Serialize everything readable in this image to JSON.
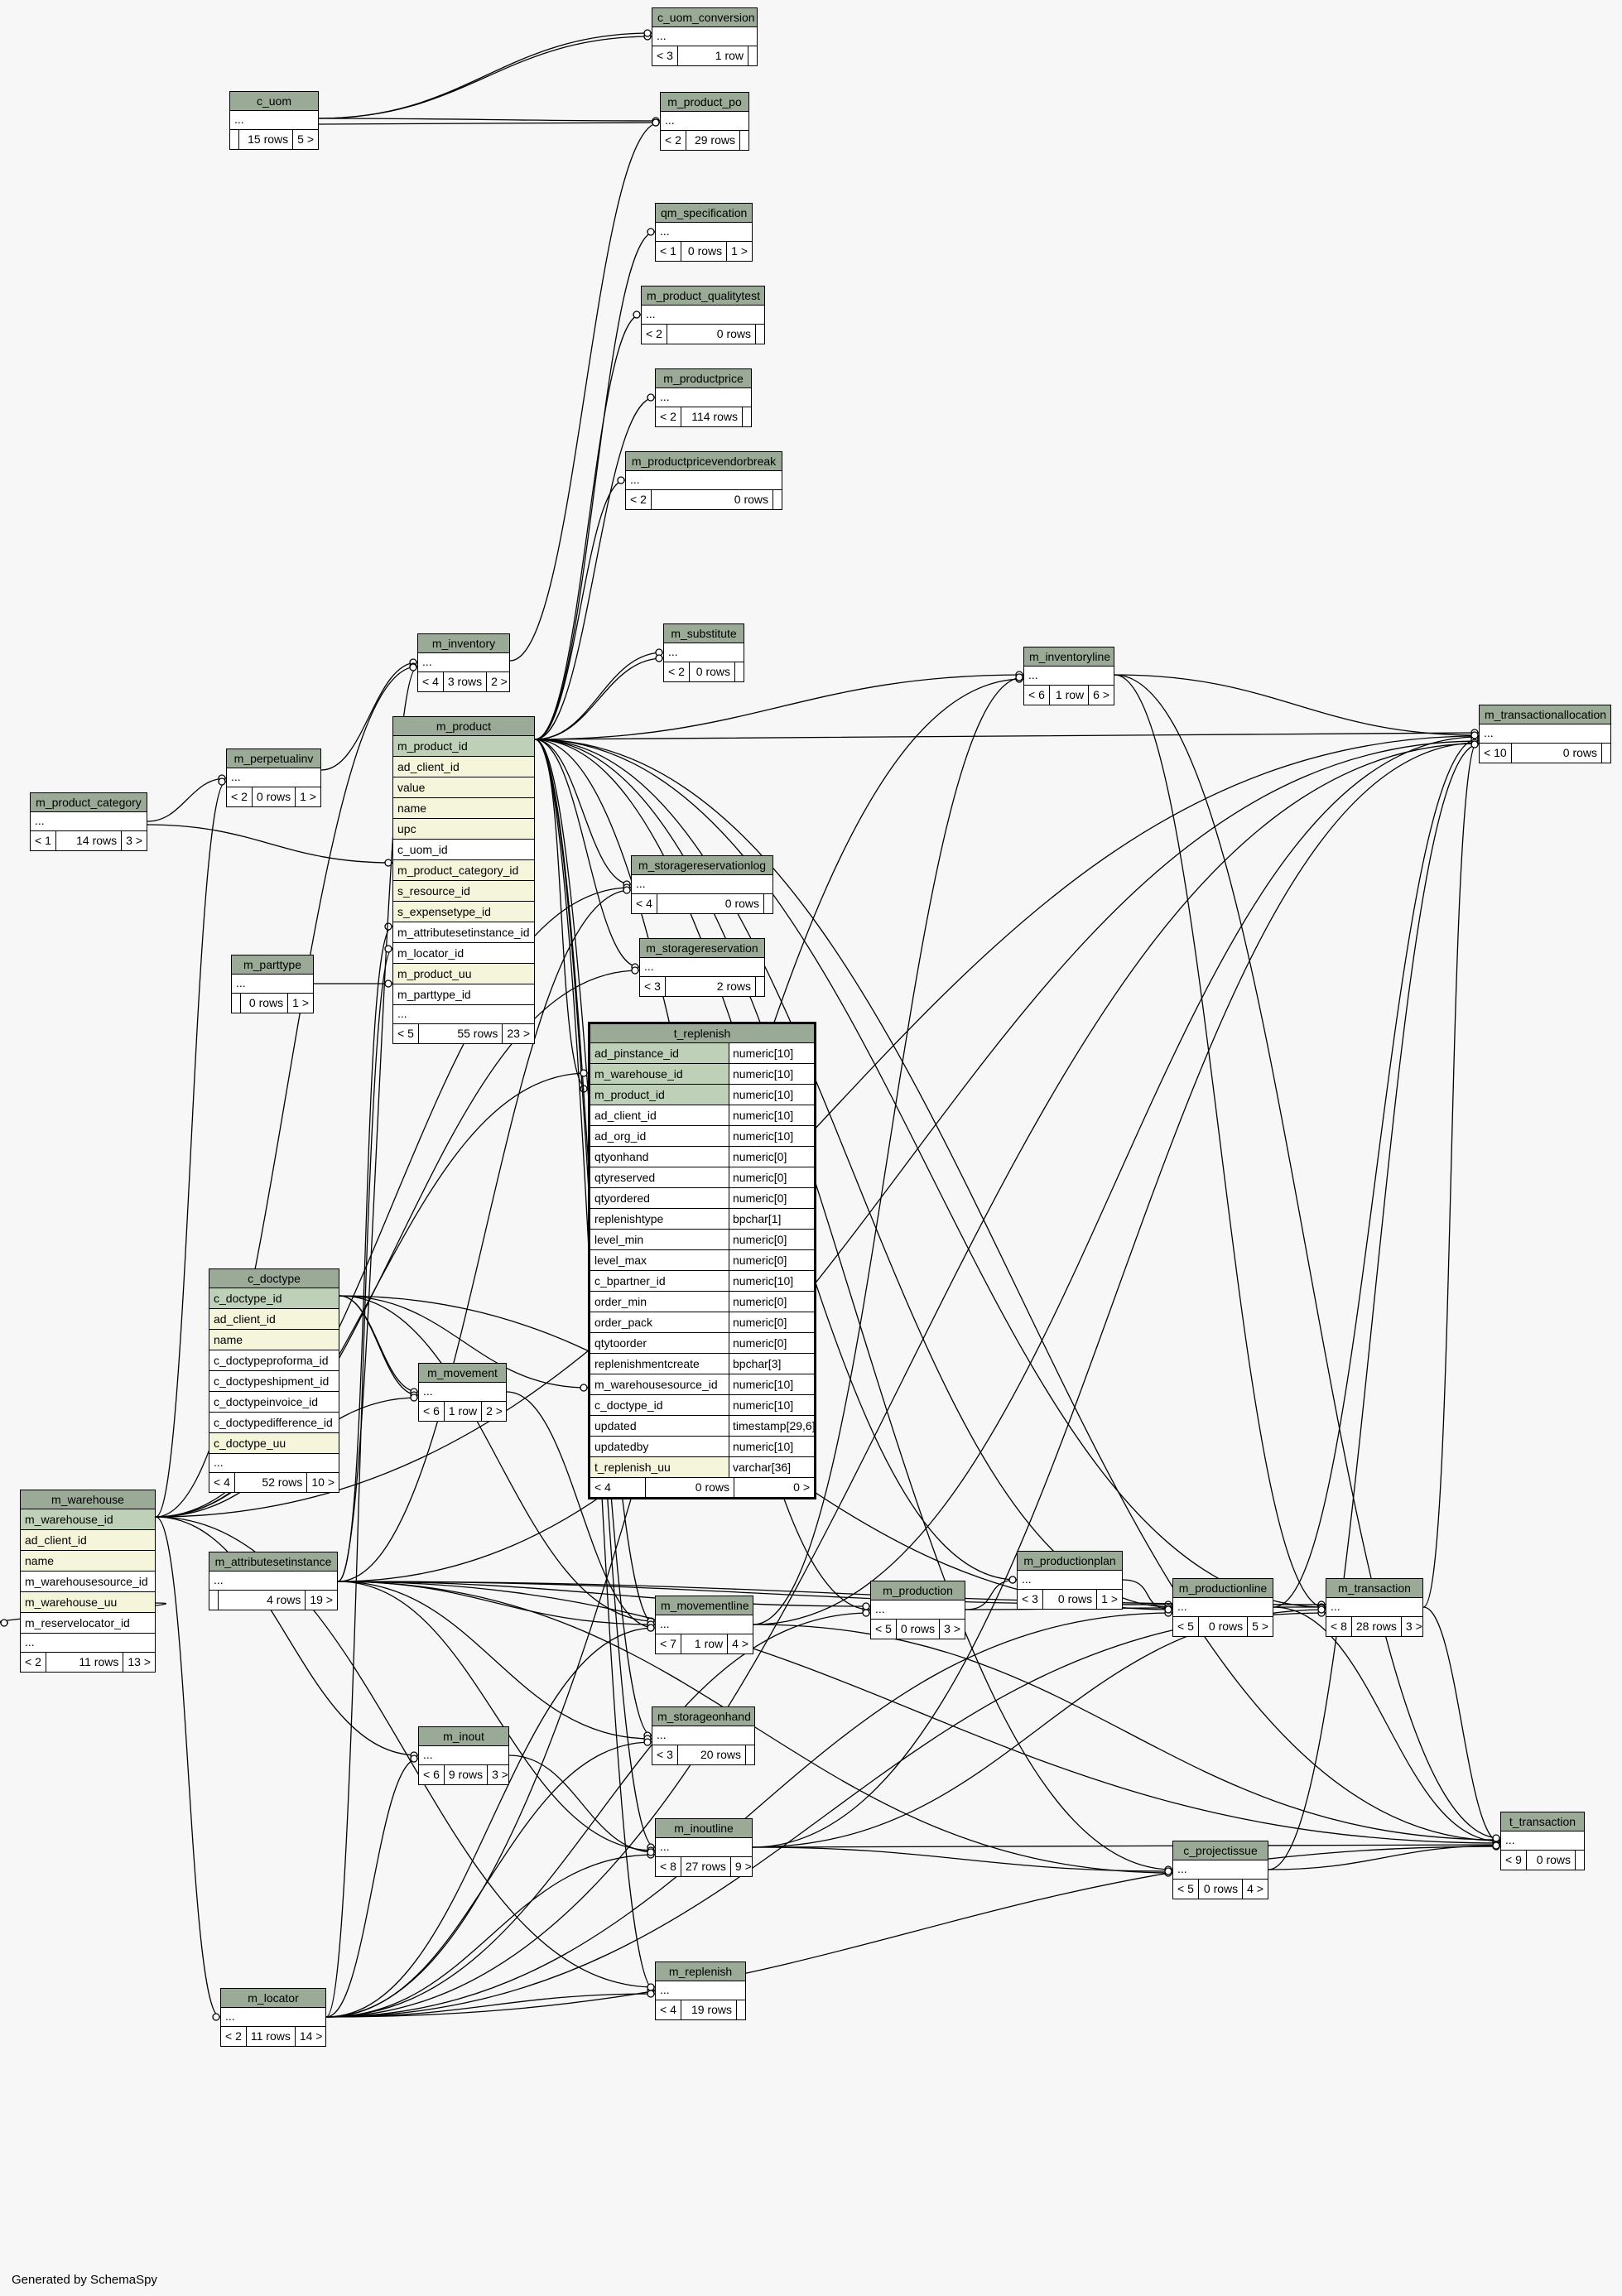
{
  "credit": "Generated by SchemaSpy",
  "tables": [
    {
      "id": "c_uom_conversion",
      "name": "c_uom_conversion",
      "rows": [],
      "foot": [
        "< 3",
        "1 row",
        ""
      ]
    },
    {
      "id": "c_uom",
      "name": "c_uom",
      "rows": [],
      "foot": [
        "",
        "15 rows",
        "5 >"
      ]
    },
    {
      "id": "m_product_po",
      "name": "m_product_po",
      "rows": [],
      "foot": [
        "< 2",
        "29 rows",
        ""
      ]
    },
    {
      "id": "qm_specification",
      "name": "qm_specification",
      "rows": [],
      "foot": [
        "< 1",
        "0 rows",
        "1 >"
      ]
    },
    {
      "id": "m_product_qualitytest",
      "name": "m_product_qualitytest",
      "rows": [],
      "foot": [
        "< 2",
        "0 rows",
        ""
      ]
    },
    {
      "id": "m_productprice",
      "name": "m_productprice",
      "rows": [],
      "foot": [
        "< 2",
        "114 rows",
        ""
      ]
    },
    {
      "id": "m_productpricevendorbreak",
      "name": "m_productpricevendorbreak",
      "rows": [],
      "foot": [
        "< 2",
        "0 rows",
        ""
      ]
    },
    {
      "id": "m_inventory",
      "name": "m_inventory",
      "rows": [],
      "foot": [
        "< 4",
        "3 rows",
        "2 >"
      ]
    },
    {
      "id": "m_substitute",
      "name": "m_substitute",
      "rows": [],
      "foot": [
        "< 2",
        "0 rows",
        ""
      ]
    },
    {
      "id": "m_inventoryline",
      "name": "m_inventoryline",
      "rows": [],
      "foot": [
        "< 6",
        "1 row",
        "6 >"
      ]
    },
    {
      "id": "m_transactionallocation",
      "name": "m_transactionallocation",
      "rows": [],
      "foot": [
        "< 10",
        "0 rows",
        ""
      ]
    },
    {
      "id": "m_product",
      "name": "m_product",
      "rows": [
        {
          "n": "m_product_id",
          "k": "pk"
        },
        {
          "n": "ad_client_id",
          "k": "idx"
        },
        {
          "n": "value",
          "k": "idx"
        },
        {
          "n": "name",
          "k": "idx"
        },
        {
          "n": "upc",
          "k": "idx"
        },
        {
          "n": "c_uom_id",
          "k": ""
        },
        {
          "n": "m_product_category_id",
          "k": "idx"
        },
        {
          "n": "s_resource_id",
          "k": "idx"
        },
        {
          "n": "s_expensetype_id",
          "k": "idx"
        },
        {
          "n": "m_attributesetinstance_id",
          "k": ""
        },
        {
          "n": "m_locator_id",
          "k": ""
        },
        {
          "n": "m_product_uu",
          "k": "idx"
        },
        {
          "n": "m_parttype_id",
          "k": ""
        }
      ],
      "foot": [
        "< 5",
        "55 rows",
        "23 >"
      ]
    },
    {
      "id": "m_perpetualinv",
      "name": "m_perpetualinv",
      "rows": [],
      "foot": [
        "< 2",
        "0 rows",
        "1 >"
      ]
    },
    {
      "id": "m_product_category",
      "name": "m_product_category",
      "rows": [],
      "foot": [
        "< 1",
        "14 rows",
        "3 >"
      ]
    },
    {
      "id": "m_storagereservationlog",
      "name": "m_storagereservationlog",
      "rows": [],
      "foot": [
        "< 4",
        "0 rows",
        ""
      ]
    },
    {
      "id": "m_storagereservation",
      "name": "m_storagereservation",
      "rows": [],
      "foot": [
        "< 3",
        "2 rows",
        ""
      ]
    },
    {
      "id": "m_parttype",
      "name": "m_parttype",
      "rows": [],
      "foot": [
        "",
        "0 rows",
        "1 >"
      ]
    },
    {
      "id": "c_doctype",
      "name": "c_doctype",
      "rows": [
        {
          "n": "c_doctype_id",
          "k": "pk"
        },
        {
          "n": "ad_client_id",
          "k": "idx"
        },
        {
          "n": "name",
          "k": "idx"
        },
        {
          "n": "c_doctypeproforma_id",
          "k": ""
        },
        {
          "n": "c_doctypeshipment_id",
          "k": ""
        },
        {
          "n": "c_doctypeinvoice_id",
          "k": ""
        },
        {
          "n": "c_doctypedifference_id",
          "k": ""
        },
        {
          "n": "c_doctype_uu",
          "k": "idx"
        }
      ],
      "foot": [
        "< 4",
        "52 rows",
        "10 >"
      ]
    },
    {
      "id": "m_movement",
      "name": "m_movement",
      "rows": [],
      "foot": [
        "< 6",
        "1 row",
        "2 >"
      ]
    },
    {
      "id": "m_warehouse",
      "name": "m_warehouse",
      "rows": [
        {
          "n": "m_warehouse_id",
          "k": "pk"
        },
        {
          "n": "ad_client_id",
          "k": "idx"
        },
        {
          "n": "name",
          "k": "idx"
        },
        {
          "n": "m_warehousesource_id",
          "k": ""
        },
        {
          "n": "m_warehouse_uu",
          "k": "idx"
        },
        {
          "n": "m_reservelocator_id",
          "k": ""
        }
      ],
      "foot": [
        "< 2",
        "11 rows",
        "13 >"
      ]
    },
    {
      "id": "m_attributesetinstance",
      "name": "m_attributesetinstance",
      "rows": [],
      "foot": [
        "",
        "4 rows",
        "19 >"
      ]
    },
    {
      "id": "m_movementline",
      "name": "m_movementline",
      "rows": [],
      "foot": [
        "< 7",
        "1 row",
        "4 >"
      ]
    },
    {
      "id": "m_production",
      "name": "m_production",
      "rows": [],
      "foot": [
        "< 5",
        "0 rows",
        "3 >"
      ]
    },
    {
      "id": "m_productionplan",
      "name": "m_productionplan",
      "rows": [],
      "foot": [
        "< 3",
        "0 rows",
        "1 >"
      ]
    },
    {
      "id": "m_productionline",
      "name": "m_productionline",
      "rows": [],
      "foot": [
        "< 5",
        "0 rows",
        "5 >"
      ]
    },
    {
      "id": "m_transaction",
      "name": "m_transaction",
      "rows": [],
      "foot": [
        "< 8",
        "28 rows",
        "3 >"
      ]
    },
    {
      "id": "m_inout",
      "name": "m_inout",
      "rows": [],
      "foot": [
        "< 6",
        "9 rows",
        "3 >"
      ]
    },
    {
      "id": "m_storageonhand",
      "name": "m_storageonhand",
      "rows": [],
      "foot": [
        "< 3",
        "20 rows",
        ""
      ]
    },
    {
      "id": "m_inoutline",
      "name": "m_inoutline",
      "rows": [],
      "foot": [
        "< 8",
        "27 rows",
        "9 >"
      ]
    },
    {
      "id": "c_projectissue",
      "name": "c_projectissue",
      "rows": [],
      "foot": [
        "< 5",
        "0 rows",
        "4 >"
      ]
    },
    {
      "id": "t_transaction",
      "name": "t_transaction",
      "rows": [],
      "foot": [
        "< 9",
        "0 rows",
        ""
      ]
    },
    {
      "id": "m_replenish",
      "name": "m_replenish",
      "rows": [],
      "foot": [
        "< 4",
        "19 rows",
        ""
      ]
    },
    {
      "id": "m_locator",
      "name": "m_locator",
      "rows": [],
      "foot": [
        "< 2",
        "11 rows",
        "14 >"
      ]
    }
  ],
  "focus": {
    "name": "t_replenish",
    "columns": [
      {
        "n": "ad_pinstance_id",
        "t": "numeric[10]",
        "k": "pk"
      },
      {
        "n": "m_warehouse_id",
        "t": "numeric[10]",
        "k": "pk"
      },
      {
        "n": "m_product_id",
        "t": "numeric[10]",
        "k": "pk"
      },
      {
        "n": "ad_client_id",
        "t": "numeric[10]",
        "k": ""
      },
      {
        "n": "ad_org_id",
        "t": "numeric[10]",
        "k": ""
      },
      {
        "n": "qtyonhand",
        "t": "numeric[0]",
        "k": ""
      },
      {
        "n": "qtyreserved",
        "t": "numeric[0]",
        "k": ""
      },
      {
        "n": "qtyordered",
        "t": "numeric[0]",
        "k": ""
      },
      {
        "n": "replenishtype",
        "t": "bpchar[1]",
        "k": ""
      },
      {
        "n": "level_min",
        "t": "numeric[0]",
        "k": ""
      },
      {
        "n": "level_max",
        "t": "numeric[0]",
        "k": ""
      },
      {
        "n": "c_bpartner_id",
        "t": "numeric[10]",
        "k": ""
      },
      {
        "n": "order_min",
        "t": "numeric[0]",
        "k": ""
      },
      {
        "n": "order_pack",
        "t": "numeric[0]",
        "k": ""
      },
      {
        "n": "qtytoorder",
        "t": "numeric[0]",
        "k": ""
      },
      {
        "n": "replenishmentcreate",
        "t": "bpchar[3]",
        "k": ""
      },
      {
        "n": "m_warehousesource_id",
        "t": "numeric[10]",
        "k": ""
      },
      {
        "n": "c_doctype_id",
        "t": "numeric[10]",
        "k": ""
      },
      {
        "n": "updated",
        "t": "timestamp[29,6]",
        "k": ""
      },
      {
        "n": "updatedby",
        "t": "numeric[10]",
        "k": ""
      },
      {
        "n": "t_replenish_uu",
        "t": "varchar[36]",
        "k": "idx"
      }
    ],
    "foot": [
      "< 4",
      "0 rows",
      "0 >"
    ]
  }
}
